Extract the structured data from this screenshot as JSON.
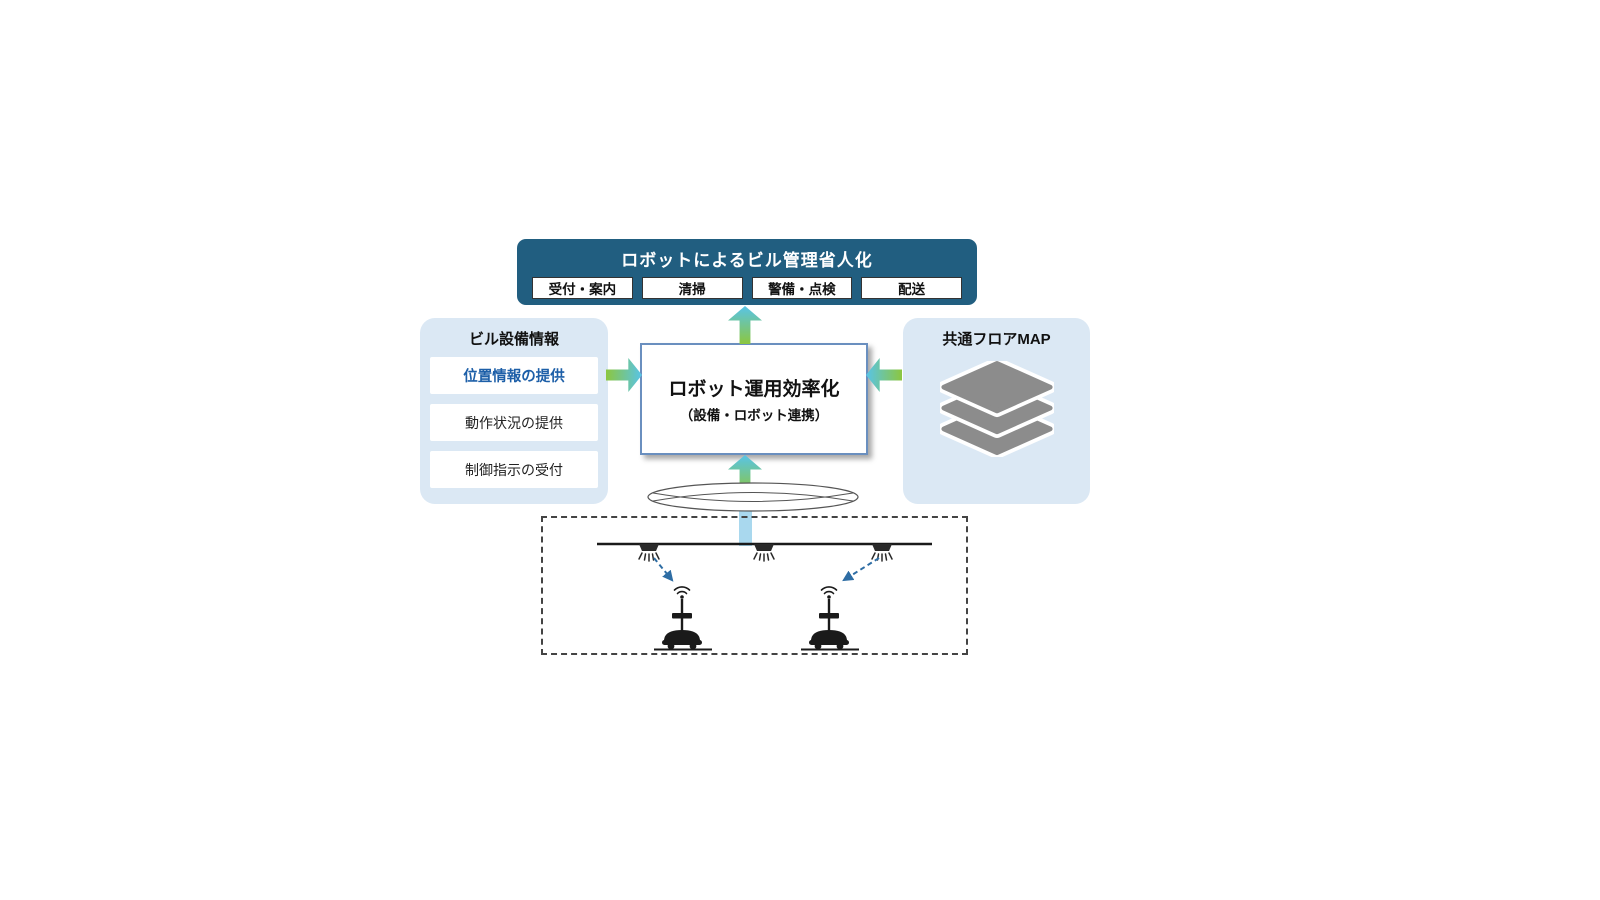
{
  "diagram": {
    "goal_banner": {
      "title": "ロボットによるビル管理省人化",
      "items": [
        {
          "label": "受付・案内"
        },
        {
          "label": "清掃"
        },
        {
          "label": "警備・点検"
        },
        {
          "label": "配送"
        }
      ],
      "bg_color": "#215e80"
    },
    "building_panel": {
      "title": "ビル設備情報",
      "items": [
        {
          "label": "位置情報の提供",
          "highlighted": true
        },
        {
          "label": "動作状況の提供",
          "highlighted": false
        },
        {
          "label": "制御指示の受付",
          "highlighted": false
        }
      ],
      "bg_color": "#dbe8f4"
    },
    "center_box": {
      "title": "ロボット運用効率化",
      "subtitle": "（設備・ロボット連携）"
    },
    "floor_map_panel": {
      "title": "共通フロアMAP",
      "icon": "layers-icon",
      "bg_color": "#dbe8f4"
    },
    "network_icon": "network-ellipse-icon",
    "floor_scene": {
      "sensor_icon": "ceiling-sensor-icon",
      "robot_icon": "robot-icon",
      "sensor_count": 3,
      "robot_count": 2
    },
    "colors": {
      "arrow_green": "#8cc63f",
      "arrow_cyan": "#58c4e8",
      "highlight_text": "#1d5fa8",
      "dashed_arrow_blue": "#2e6da4",
      "layers_gray": "#8c8c8c",
      "banner_teal": "#215e80",
      "panel_light_blue": "#dbe8f4"
    }
  }
}
